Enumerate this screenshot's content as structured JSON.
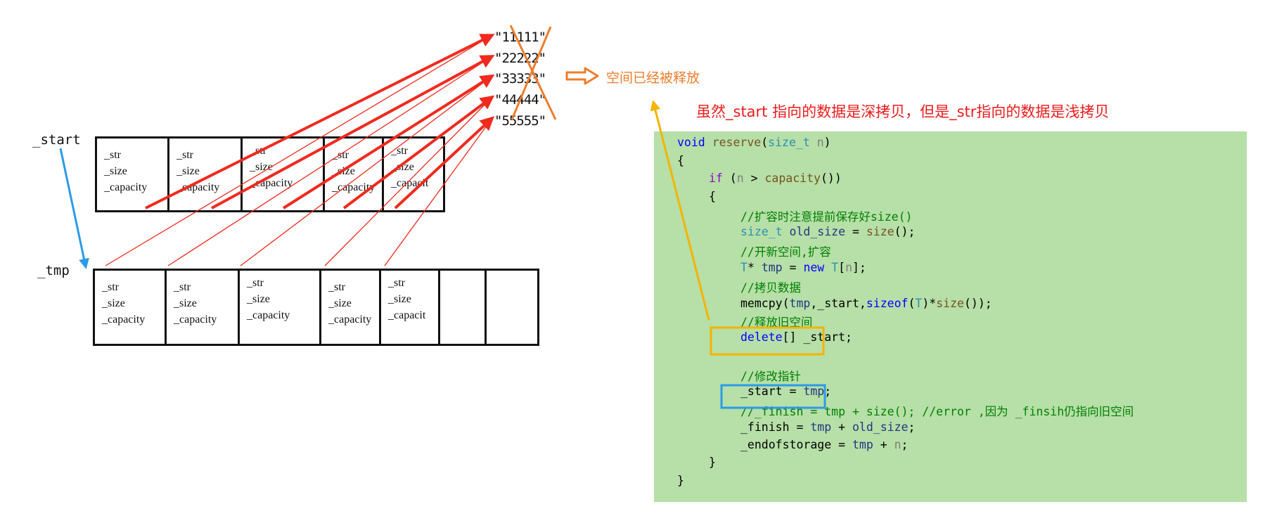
{
  "labels": {
    "start": "_start",
    "tmp": "_tmp"
  },
  "old_array": {
    "cells": [
      {
        "f1": "_str",
        "f2": "_size",
        "f3": "_capacity"
      },
      {
        "f1": "_str",
        "f2": "_size",
        "f3": "_capacity"
      },
      {
        "f1": "_str",
        "f2": "_size",
        "f3": "_capacity"
      },
      {
        "f1": "_str",
        "f2": "_size",
        "f3": "_capacity"
      },
      {
        "f1": "_str",
        "f2": "_size",
        "f3": "_capacit"
      }
    ]
  },
  "new_array": {
    "cells": [
      {
        "f1": "_str",
        "f2": "_size",
        "f3": "_capacity"
      },
      {
        "f1": "_str",
        "f2": "_size",
        "f3": "_capacity"
      },
      {
        "f1": "_str",
        "f2": "_size",
        "f3": "_capacity"
      },
      {
        "f1": "_str",
        "f2": "_size",
        "f3": "_capacity"
      },
      {
        "f1": "_str",
        "f2": "_size",
        "f3": "_capacit"
      },
      {
        "f1": "",
        "f2": "",
        "f3": ""
      },
      {
        "f1": "",
        "f2": "",
        "f3": ""
      }
    ]
  },
  "strings": [
    "\"11111\"",
    "\"22222\"",
    "\"33333\"",
    "\"44444\"",
    "\"55555\""
  ],
  "freed_note": "空间已经被释放",
  "red_note": "虽然_start 指向的数据是深拷贝，但是_str指向的数据是浅拷贝",
  "code": {
    "l1": {
      "a": "void",
      "b": " ",
      "c": "reserve",
      "d": "(",
      "e": "size_t",
      "f": " ",
      "g": "n",
      "h": ")"
    },
    "l2": "{",
    "l3": {
      "a": "if",
      "b": " (",
      "c": "n",
      "d": " > ",
      "e": "capacity",
      "f": "())"
    },
    "l4": "{",
    "l5": "//扩容时注意提前保存好size()",
    "l6": {
      "a": "size_t",
      "b": " ",
      "c": "old_size",
      "d": " = ",
      "e": "size",
      "f": "();"
    },
    "l7": "//开新空间,扩容",
    "l8": {
      "a": "T",
      "b": "* ",
      "c": "tmp",
      "d": " = ",
      "e": "new",
      "f": " ",
      "g": "T",
      "h": "[",
      "i": "n",
      "j": "];"
    },
    "l9": "//拷贝数据",
    "l10": {
      "a": "memcpy",
      "b": "(",
      "c": "tmp",
      "d": ",_start,",
      "e": "sizeof",
      "f": "(",
      "g": "T",
      "h": ")*",
      "i": "size",
      "j": "());"
    },
    "l11": "//释放旧空间",
    "l12": {
      "a": "delete",
      "b": "[] _start;"
    },
    "l13": "//修改指针",
    "l14": {
      "a": "_start = ",
      "b": "tmp",
      "c": ";"
    },
    "l15": "//_finish = tmp + size(); //error ,因为 _finsih仍指向旧空间",
    "l16": {
      "a": "_finish = ",
      "b": "tmp",
      "c": " + ",
      "d": "old_size",
      "e": ";"
    },
    "l17": {
      "a": "_endofstorage = ",
      "b": "tmp",
      "c": " + ",
      "d": "n",
      "e": ";"
    },
    "l18": "}",
    "l19": "}"
  },
  "colors": {
    "arrow_red": "#f02a1e",
    "arrow_blue": "#2b9be8",
    "arrow_yellow": "#f4b400",
    "arrow_orange": "#ee7d2b",
    "highlight_yellow": "#f4b400",
    "highlight_blue": "#2b9be8",
    "code_bg": "#b7dfa8"
  }
}
